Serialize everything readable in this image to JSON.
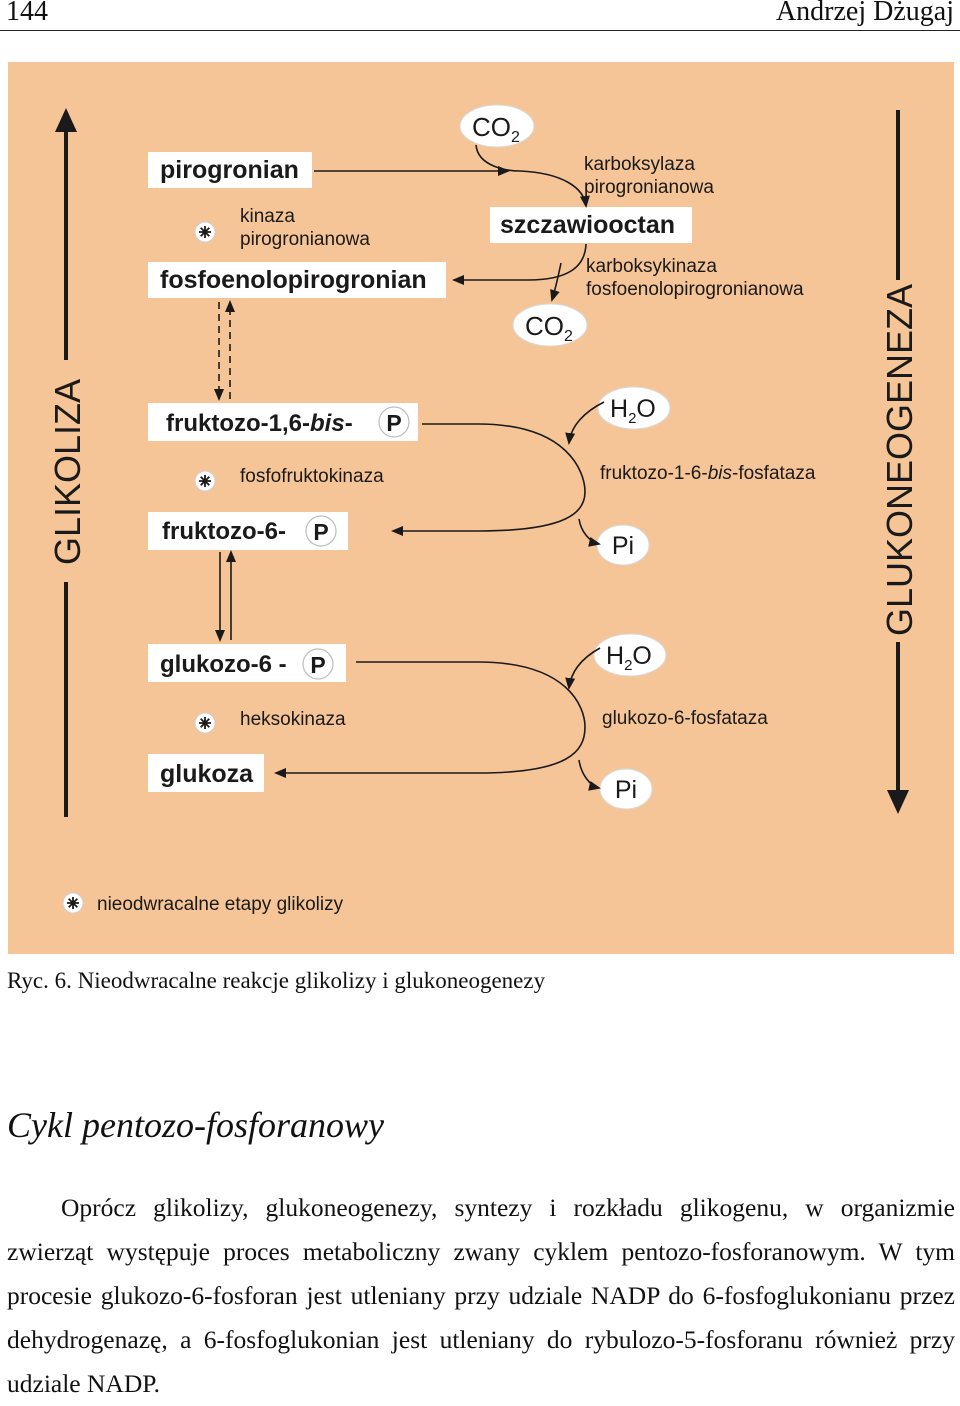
{
  "header": {
    "page_number": "144",
    "author": "Andrzej Dżugaj"
  },
  "figure": {
    "glikoliza": "GLIKOLIZA",
    "glukoneogeneza": "GLUKONEOGENEZA",
    "pirogronian": "pirogronian",
    "fosfoenolopirogronian": "fosfoenolopirogronian",
    "fruktozo16_pre": "fruktozo-1,6-",
    "fruktozo16_bis": "bis",
    "fruktozo16_post": "-",
    "fruktozo6": "fruktozo-6-",
    "glukozo6": "glukozo-6 -",
    "glukoza": "glukoza",
    "szczawiooctan": "szczawiooctan",
    "p": "P",
    "co2_base": "CO",
    "co2_sub": "2",
    "h2o_h": "H",
    "h2o_sub": "2",
    "h2o_o": "O",
    "pi": "Pi",
    "kinaza_1": "kinaza",
    "kinaza_2": "pirogronianowa",
    "fosfofruktokinaza": "fosfofruktokinaza",
    "heksokinaza": "heksokinaza",
    "karboksylaza_1": "karboksylaza",
    "karboksylaza_2": "pirogronianowa",
    "karboksykinaza_1": "karboksykinaza",
    "karboksykinaza_2": "fosfoenolopirogronianowa",
    "fosfataza16_pre": "fruktozo-1-6-",
    "fosfataza16_bis": "bis",
    "fosfataza16_post": "-fosfataza",
    "glukozo6_fosfataza": "glukozo-6-fosfataza",
    "legend": "nieodwracalne etapy glikolizy",
    "colors": {
      "background": "#f6c597",
      "box": "#ffffff",
      "text": "#1a1a1a"
    }
  },
  "caption": "Ryc. 6. Nieodwracalne reakcje glikolizy i glukoneogenezy",
  "section_title": "Cykl pentozo-fosforanowy",
  "paragraph": "Oprócz glikolizy, glukoneogenezy, syntezy i rozkładu glikogenu, w organizmie zwierząt występuje proces metaboliczny zwany cyklem pentozo-fosforanowym. W tym procesie glukozo-6-fosforan jest utleniany przy udziale NADP do 6-fosfoglukonianu przez dehydrogenazę, a 6-fosfoglukonian jest utleniany do rybulozo-5-fosforanu również przy udziale NADP."
}
